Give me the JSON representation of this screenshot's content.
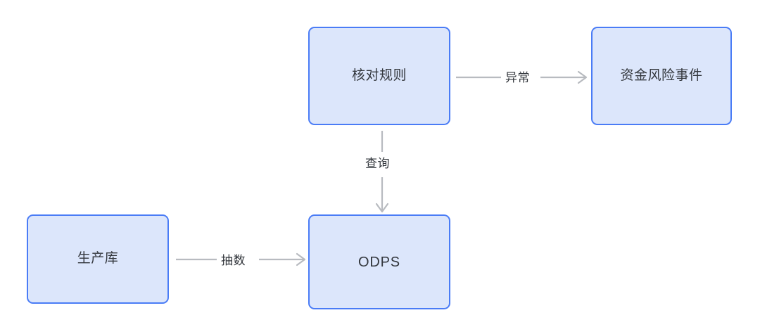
{
  "diagram": {
    "type": "flowchart",
    "background_color": "#ffffff",
    "node_fill_color": "#dce6fb",
    "node_border_color": "#4a7cf6",
    "edge_color": "#b8bbc0",
    "text_color": "#33373d",
    "nodes": [
      {
        "id": "check-rule",
        "label": "核对规则"
      },
      {
        "id": "risk-event",
        "label": "资金风险事件"
      },
      {
        "id": "prod-db",
        "label": "生产库"
      },
      {
        "id": "odps",
        "label": "ODPS"
      }
    ],
    "edges": [
      {
        "id": "check-rule-to-risk-event",
        "from": "核对规则",
        "to": "资金风险事件",
        "label": "异常",
        "direction": "right"
      },
      {
        "id": "check-rule-to-odps",
        "from": "核对规则",
        "to": "ODPS",
        "label": "查询",
        "direction": "down"
      },
      {
        "id": "prod-db-to-odps",
        "from": "生产库",
        "to": "ODPS",
        "label": "抽数",
        "direction": "right"
      }
    ]
  }
}
